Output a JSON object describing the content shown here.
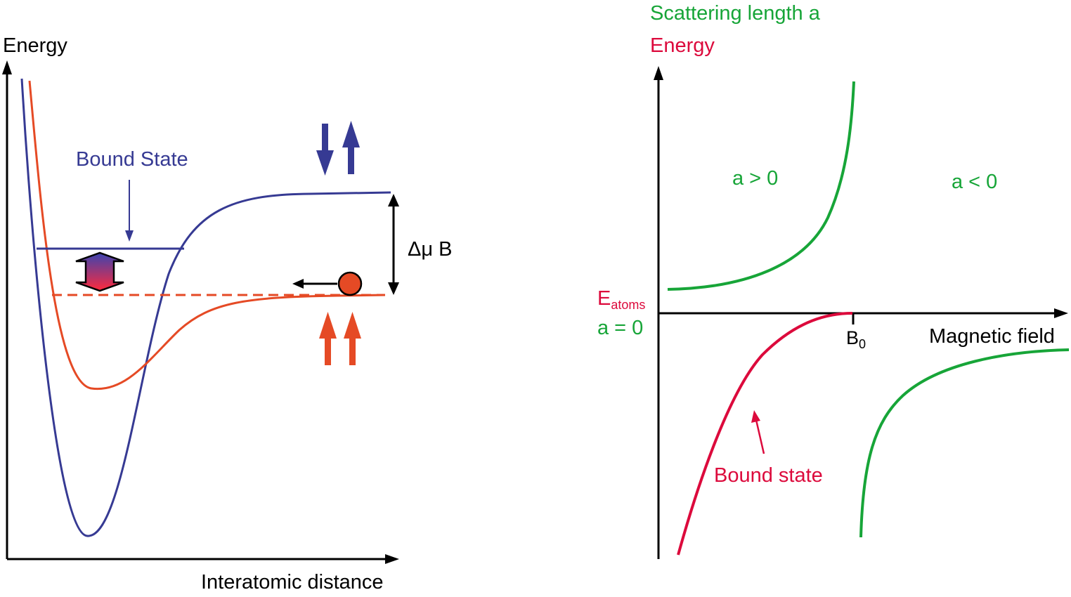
{
  "colors": {
    "black": "#000000",
    "blue": "#363a93",
    "orange": "#e54a25",
    "green": "#17a538",
    "red": "#dc0a3c",
    "gradient_top": "#3b44b0",
    "gradient_bottom": "#ff2a3c"
  },
  "left_panel": {
    "y_axis_label": "Energy",
    "x_axis_label": "Interatomic distance",
    "bound_state_label": "Bound State",
    "delta_label": "Δμ B"
  },
  "right_panel": {
    "y_label_scattering": "Scattering length a",
    "y_label_energy": "Energy",
    "x_axis_label": "Magnetic field",
    "b0_base": "B",
    "b0_sub": "0",
    "eatoms_base": "E",
    "eatoms_sub": "atoms",
    "a_zero": "a = 0",
    "a_positive": "a > 0",
    "a_negative": "a < 0",
    "bound_state_label": "Bound state"
  }
}
